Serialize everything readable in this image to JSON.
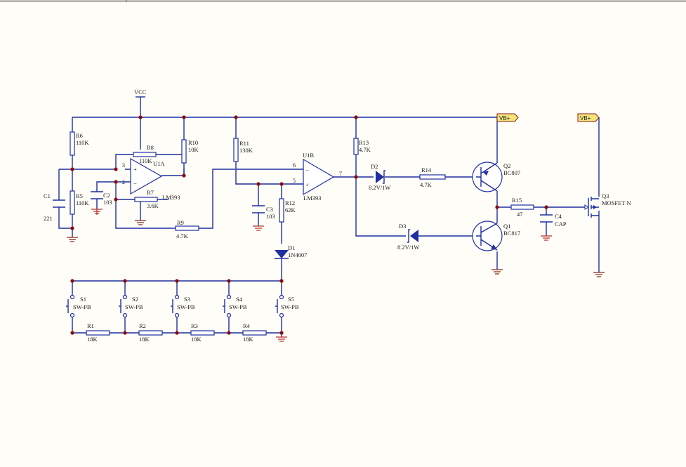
{
  "power": {
    "vcc": "VCC",
    "vb_plus_1": "VB+",
    "vb_plus_2": "VB+"
  },
  "opamps": {
    "u1a": {
      "ref": "U1A",
      "part": "LM393",
      "pin_plus": "3",
      "pin_minus": "2"
    },
    "u1b": {
      "ref": "U1B",
      "part": "LM393",
      "pin_minus": "6",
      "pin_plus": "5",
      "pin_out": "7"
    }
  },
  "resistors": {
    "r1": {
      "ref": "R1",
      "value": "18K"
    },
    "r2": {
      "ref": "R2",
      "value": "18K"
    },
    "r3": {
      "ref": "R3",
      "value": "18K"
    },
    "r4": {
      "ref": "R4",
      "value": "18K"
    },
    "r5": {
      "ref": "R5",
      "value": "110K"
    },
    "r6": {
      "ref": "R6",
      "value": "110K"
    },
    "r7": {
      "ref": "R7",
      "value": "3.6K"
    },
    "r8": {
      "ref": "R8",
      "value": "110K"
    },
    "r9": {
      "ref": "R9",
      "value": "4.7K"
    },
    "r10": {
      "ref": "R10",
      "value": "10K"
    },
    "r11": {
      "ref": "R11",
      "value": "130K"
    },
    "r12": {
      "ref": "R12",
      "value": "62K"
    },
    "r13": {
      "ref": "R13",
      "value": "4.7K"
    },
    "r14": {
      "ref": "R14",
      "value": "4.7K"
    },
    "r15": {
      "ref": "R15",
      "value": "47"
    }
  },
  "capacitors": {
    "c1": {
      "ref": "C1",
      "value": "221"
    },
    "c2": {
      "ref": "C2",
      "value": "103"
    },
    "c3": {
      "ref": "C3",
      "value": "103"
    },
    "c4": {
      "ref": "C4",
      "value": "CAP"
    }
  },
  "diodes": {
    "d1": {
      "ref": "D1",
      "value": "1N4007"
    },
    "d2": {
      "ref": "D2",
      "value": "8.2V/1W"
    },
    "d3": {
      "ref": "D3",
      "value": "8.2V/1W"
    }
  },
  "transistors": {
    "q1": {
      "ref": "Q1",
      "value": "BC817"
    },
    "q2": {
      "ref": "Q2",
      "value": "BC807"
    },
    "q3": {
      "ref": "Q3",
      "value": "MOSFET N"
    }
  },
  "switches": {
    "s1": {
      "ref": "S1",
      "value": "SW-PB"
    },
    "s2": {
      "ref": "S2",
      "value": "SW-PB"
    },
    "s3": {
      "ref": "S3",
      "value": "SW-PB"
    },
    "s4": {
      "ref": "S4",
      "value": "SW-PB"
    },
    "s5": {
      "ref": "S5",
      "value": "SW-PB"
    }
  },
  "colors": {
    "wire": "#1f2fa0",
    "junction": "#8b0a0a",
    "ground": "#b8322a",
    "port_fill": "#f3e57a",
    "background": "#fffdf7"
  }
}
